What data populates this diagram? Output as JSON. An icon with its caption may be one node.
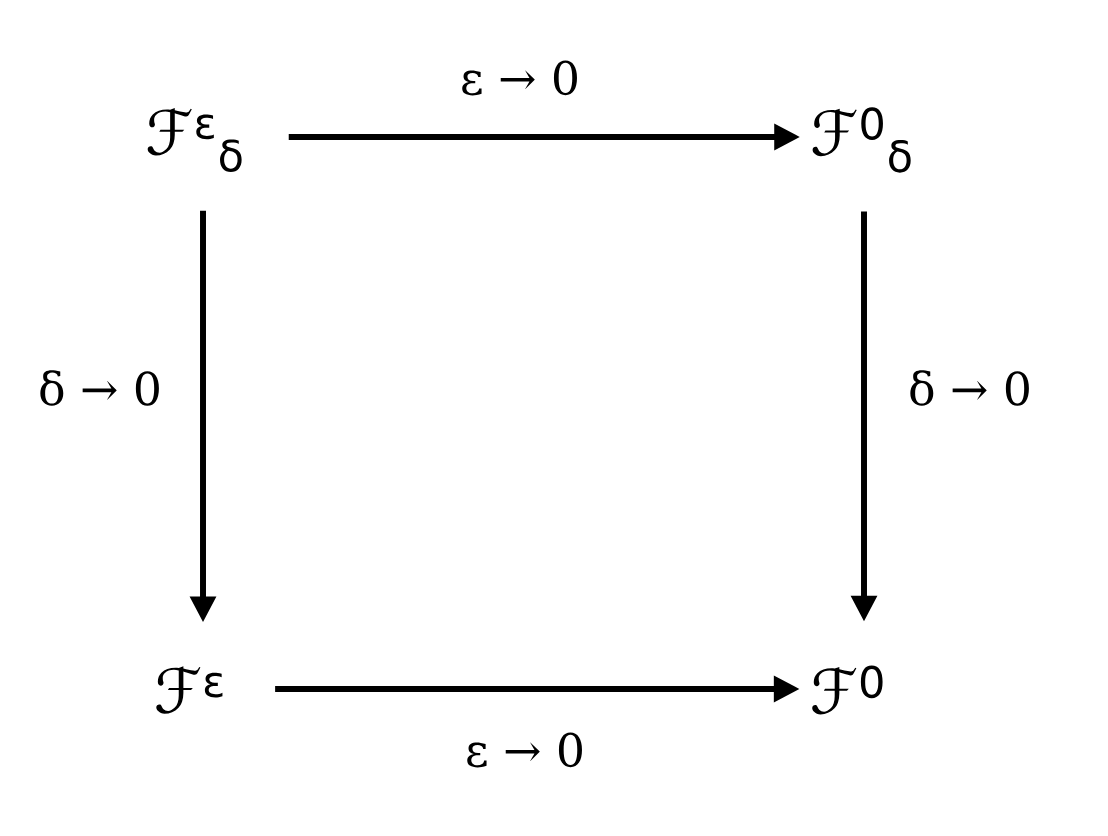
{
  "diagram": {
    "nodes": [
      {
        "text": [
          "ℱ$^{ε}$$_{δ}$"
        ]
      },
      {
        "text": [
          "ℱ$^{0}$$_{δ}$"
        ]
      },
      {
        "text": [
          "ℱ$^{ε}$"
        ]
      },
      {
        "text": [
          "ℱ$^{0}$"
        ]
      }
    ],
    "edges": [
      {
        "from": 0,
        "to": 1,
        "arrow": "to",
        "label": "ε → 0"
      },
      {
        "from": 0,
        "to": 2,
        "arrow": "to",
        "label": "δ → 0"
      },
      {
        "from": 1,
        "to": 3,
        "arrow": "to",
        "label": "δ → 0"
      },
      {
        "from": 2,
        "to": 3,
        "arrow": "to",
        "label": "ε → 0"
      }
    ]
  }
}
